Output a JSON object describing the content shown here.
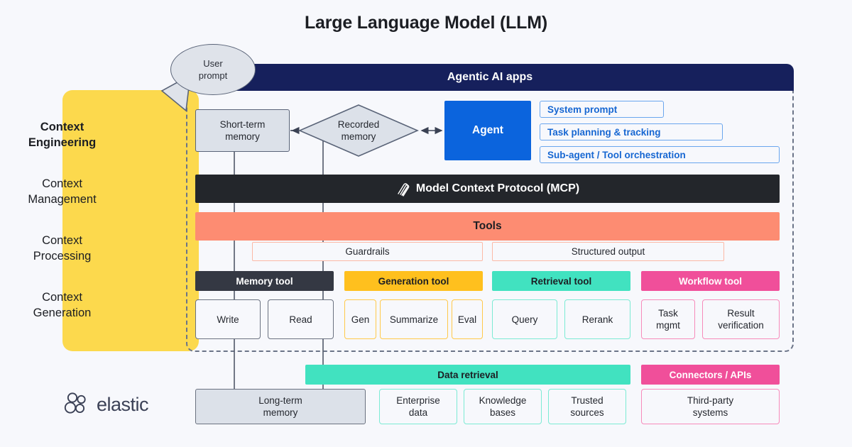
{
  "title": "Large Language Model (LLM)",
  "brand": {
    "name": "elastic",
    "logo_icon": "elastic-logo-icon"
  },
  "colors": {
    "background": "#f7f8fc",
    "context_panel": "#fcd94d",
    "header_navy": "#16205c",
    "agent_blue": "#0b64dd",
    "mcp_dark": "#23262b",
    "tools_coral": "#fd8c72",
    "memory_tool": "#343843",
    "generation_tool": "#ffc01e",
    "retrieval_tool": "#41e2c0",
    "workflow_tool": "#f04f9a",
    "dashed_border": "#6b7488"
  },
  "context_panel": {
    "items": [
      {
        "label": "Context\nEngineering",
        "bold": true
      },
      {
        "label": "Context\nManagement",
        "bold": false
      },
      {
        "label": "Context\nProcessing",
        "bold": false
      },
      {
        "label": "Context\nGeneration",
        "bold": false
      }
    ]
  },
  "user_prompt": {
    "label": "User\nprompt"
  },
  "header": {
    "label": "Agentic AI apps"
  },
  "memory": {
    "short_term": "Short-term\nmemory",
    "recorded": "Recorded\nmemory",
    "long_term": "Long-term\nmemory"
  },
  "agent": {
    "label": "Agent",
    "capabilities": [
      "System prompt",
      "Task planning & tracking",
      "Sub-agent / Tool orchestration"
    ]
  },
  "mcp": {
    "label": "Model Context Protocol (MCP)",
    "icon": "mcp-icon"
  },
  "tools": {
    "label": "Tools",
    "subsections": [
      "Guardrails",
      "Structured output"
    ]
  },
  "tool_groups": [
    {
      "name": "Memory tool",
      "header_bg": "#343843",
      "header_fg": "#ffffff",
      "border": "#6b7280",
      "items": [
        "Write",
        "Read"
      ]
    },
    {
      "name": "Generation tool",
      "header_bg": "#ffc01e",
      "header_fg": "#1c1e23",
      "border": "#ffc94a",
      "items": [
        "Gen",
        "Summarize",
        "Eval"
      ]
    },
    {
      "name": "Retrieval tool",
      "header_bg": "#41e2c0",
      "header_fg": "#1c1e23",
      "border": "#7cebd4",
      "items": [
        "Query",
        "Rerank"
      ]
    },
    {
      "name": "Workflow tool",
      "header_bg": "#f04f9a",
      "header_fg": "#ffffff",
      "border": "#f78bbb",
      "items": [
        "Task\nmgmt",
        "Result\nverification"
      ]
    }
  ],
  "bottom_groups": [
    {
      "name": "Data retrieval",
      "header_bg": "#41e2c0",
      "header_fg": "#1c1e23",
      "border": "#7cebd4",
      "items": [
        "Enterprise\ndata",
        "Knowledge\nbases",
        "Trusted\nsources"
      ]
    },
    {
      "name": "Connectors / APIs",
      "header_bg": "#f04f9a",
      "header_fg": "#ffffff",
      "border": "#f78bbb",
      "items": [
        "Third-party\nsystems"
      ]
    }
  ]
}
